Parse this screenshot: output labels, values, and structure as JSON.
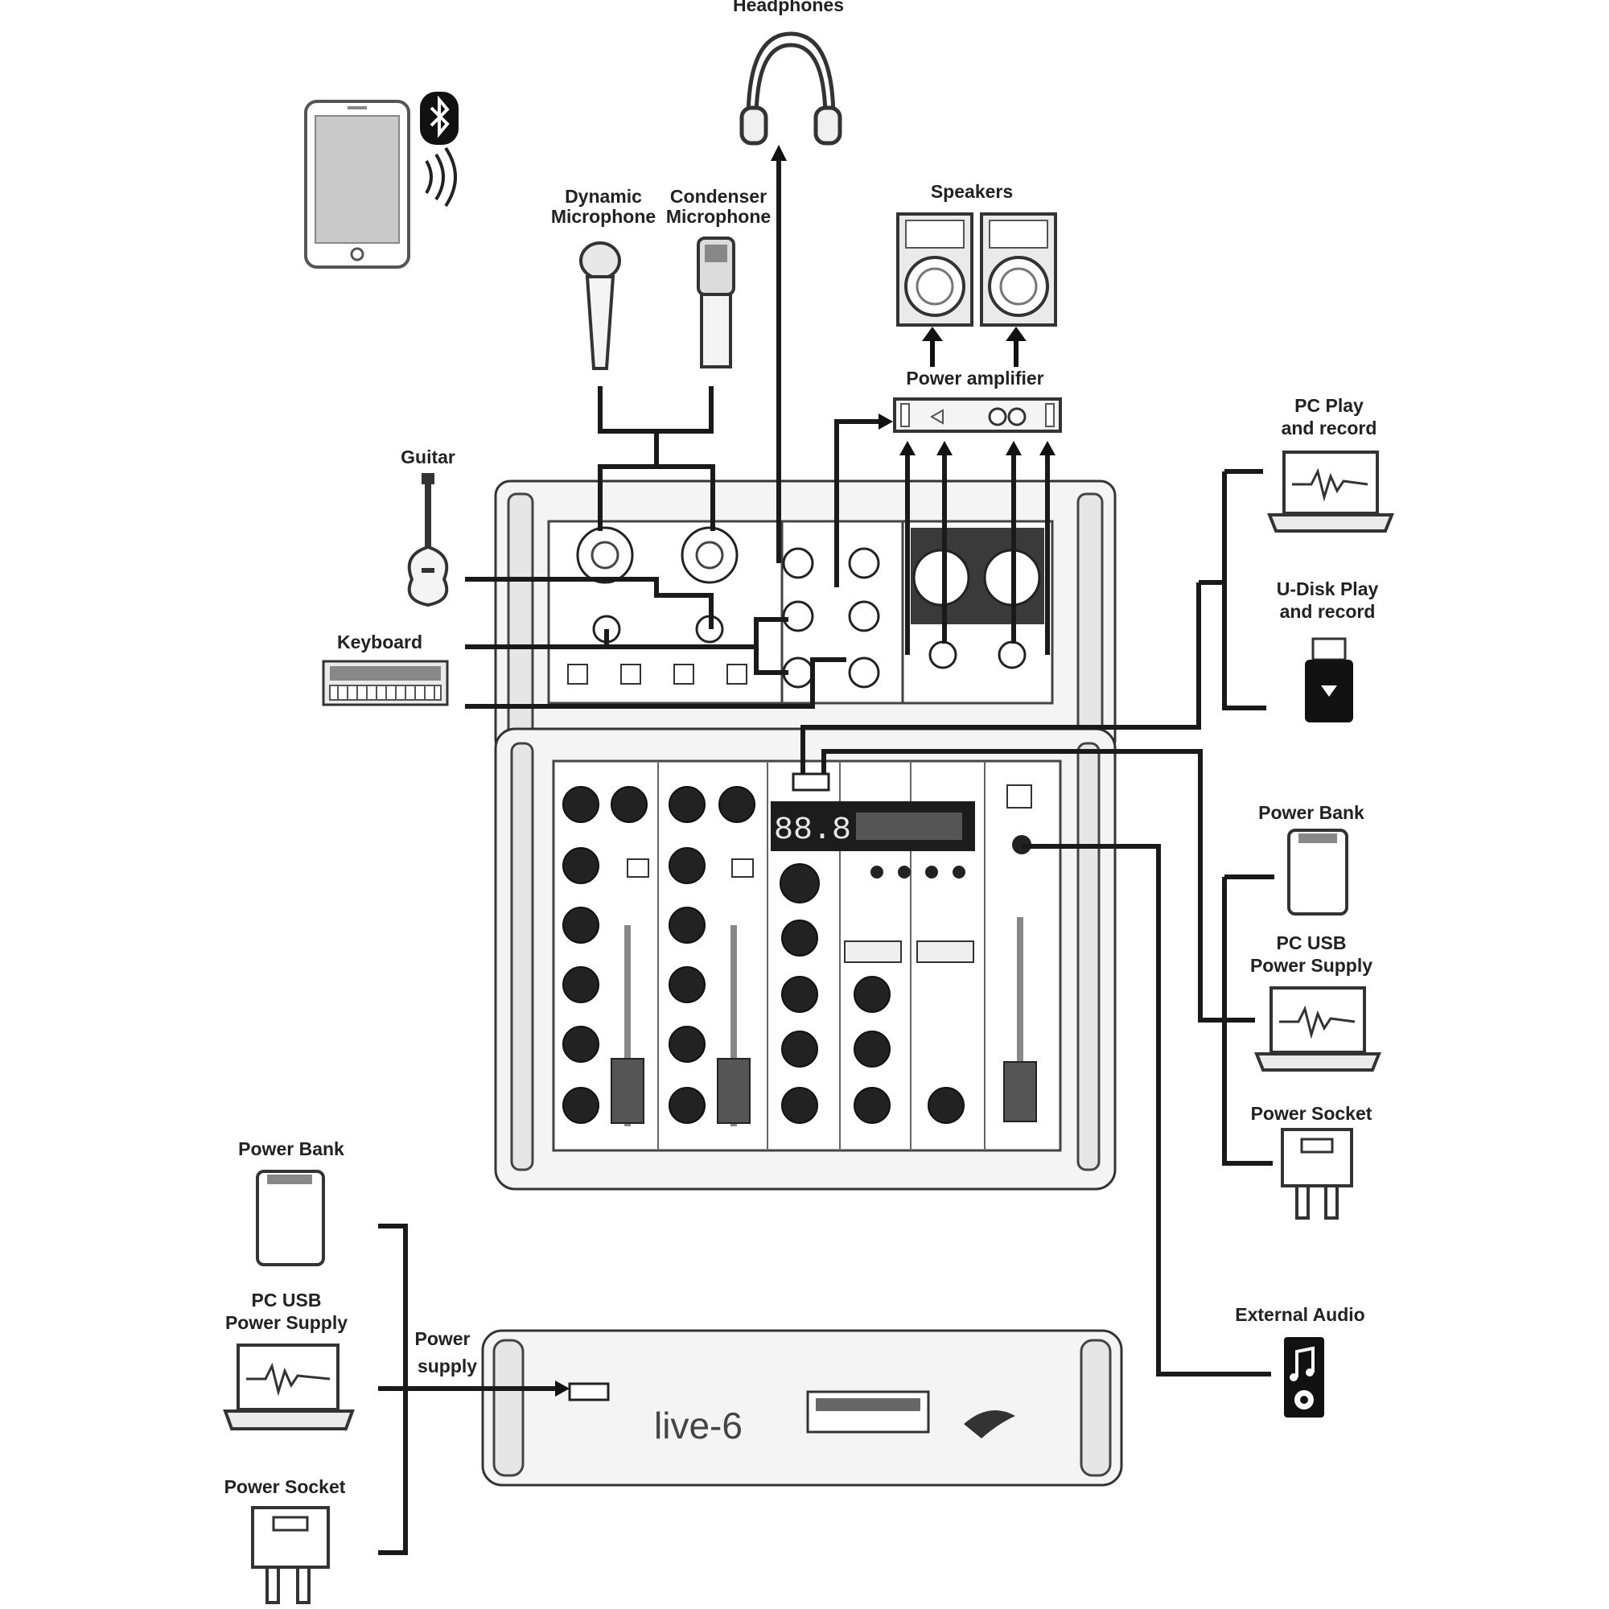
{
  "labels": {
    "headphones": "Headphones",
    "dynamic_mic_1": "Dynamic",
    "dynamic_mic_2": "Microphone",
    "condenser_mic_1": "Condenser",
    "condenser_mic_2": "Microphone",
    "speakers": "Speakers",
    "power_amplifier": "Power amplifier",
    "guitar": "Guitar",
    "keyboard": "Keyboard",
    "pc_play_1": "PC Play",
    "pc_play_2": "and record",
    "udisk_1": "U-Disk Play",
    "udisk_2": "and record",
    "power_bank_right": "Power Bank",
    "pc_usb_right_1": "PC USB",
    "pc_usb_right_2": "Power Supply",
    "power_socket_right": "Power Socket",
    "external_audio": "External Audio",
    "power_bank_left": "Power Bank",
    "pc_usb_left_1": "PC USB",
    "pc_usb_left_2": "Power Supply",
    "power_socket_left": "Power Socket",
    "power_supply_1": "Power",
    "power_supply_2": "supply",
    "model_name": "live-6",
    "display_digits": "88.8"
  },
  "colors": {
    "line": "#1a1a1a",
    "device_fill": "#f4f4f4",
    "display": "#1c1c1c",
    "fader_cap": "#555555"
  },
  "icons": {
    "bluetooth": "bluetooth-icon",
    "music_note": "music-note-icon"
  }
}
